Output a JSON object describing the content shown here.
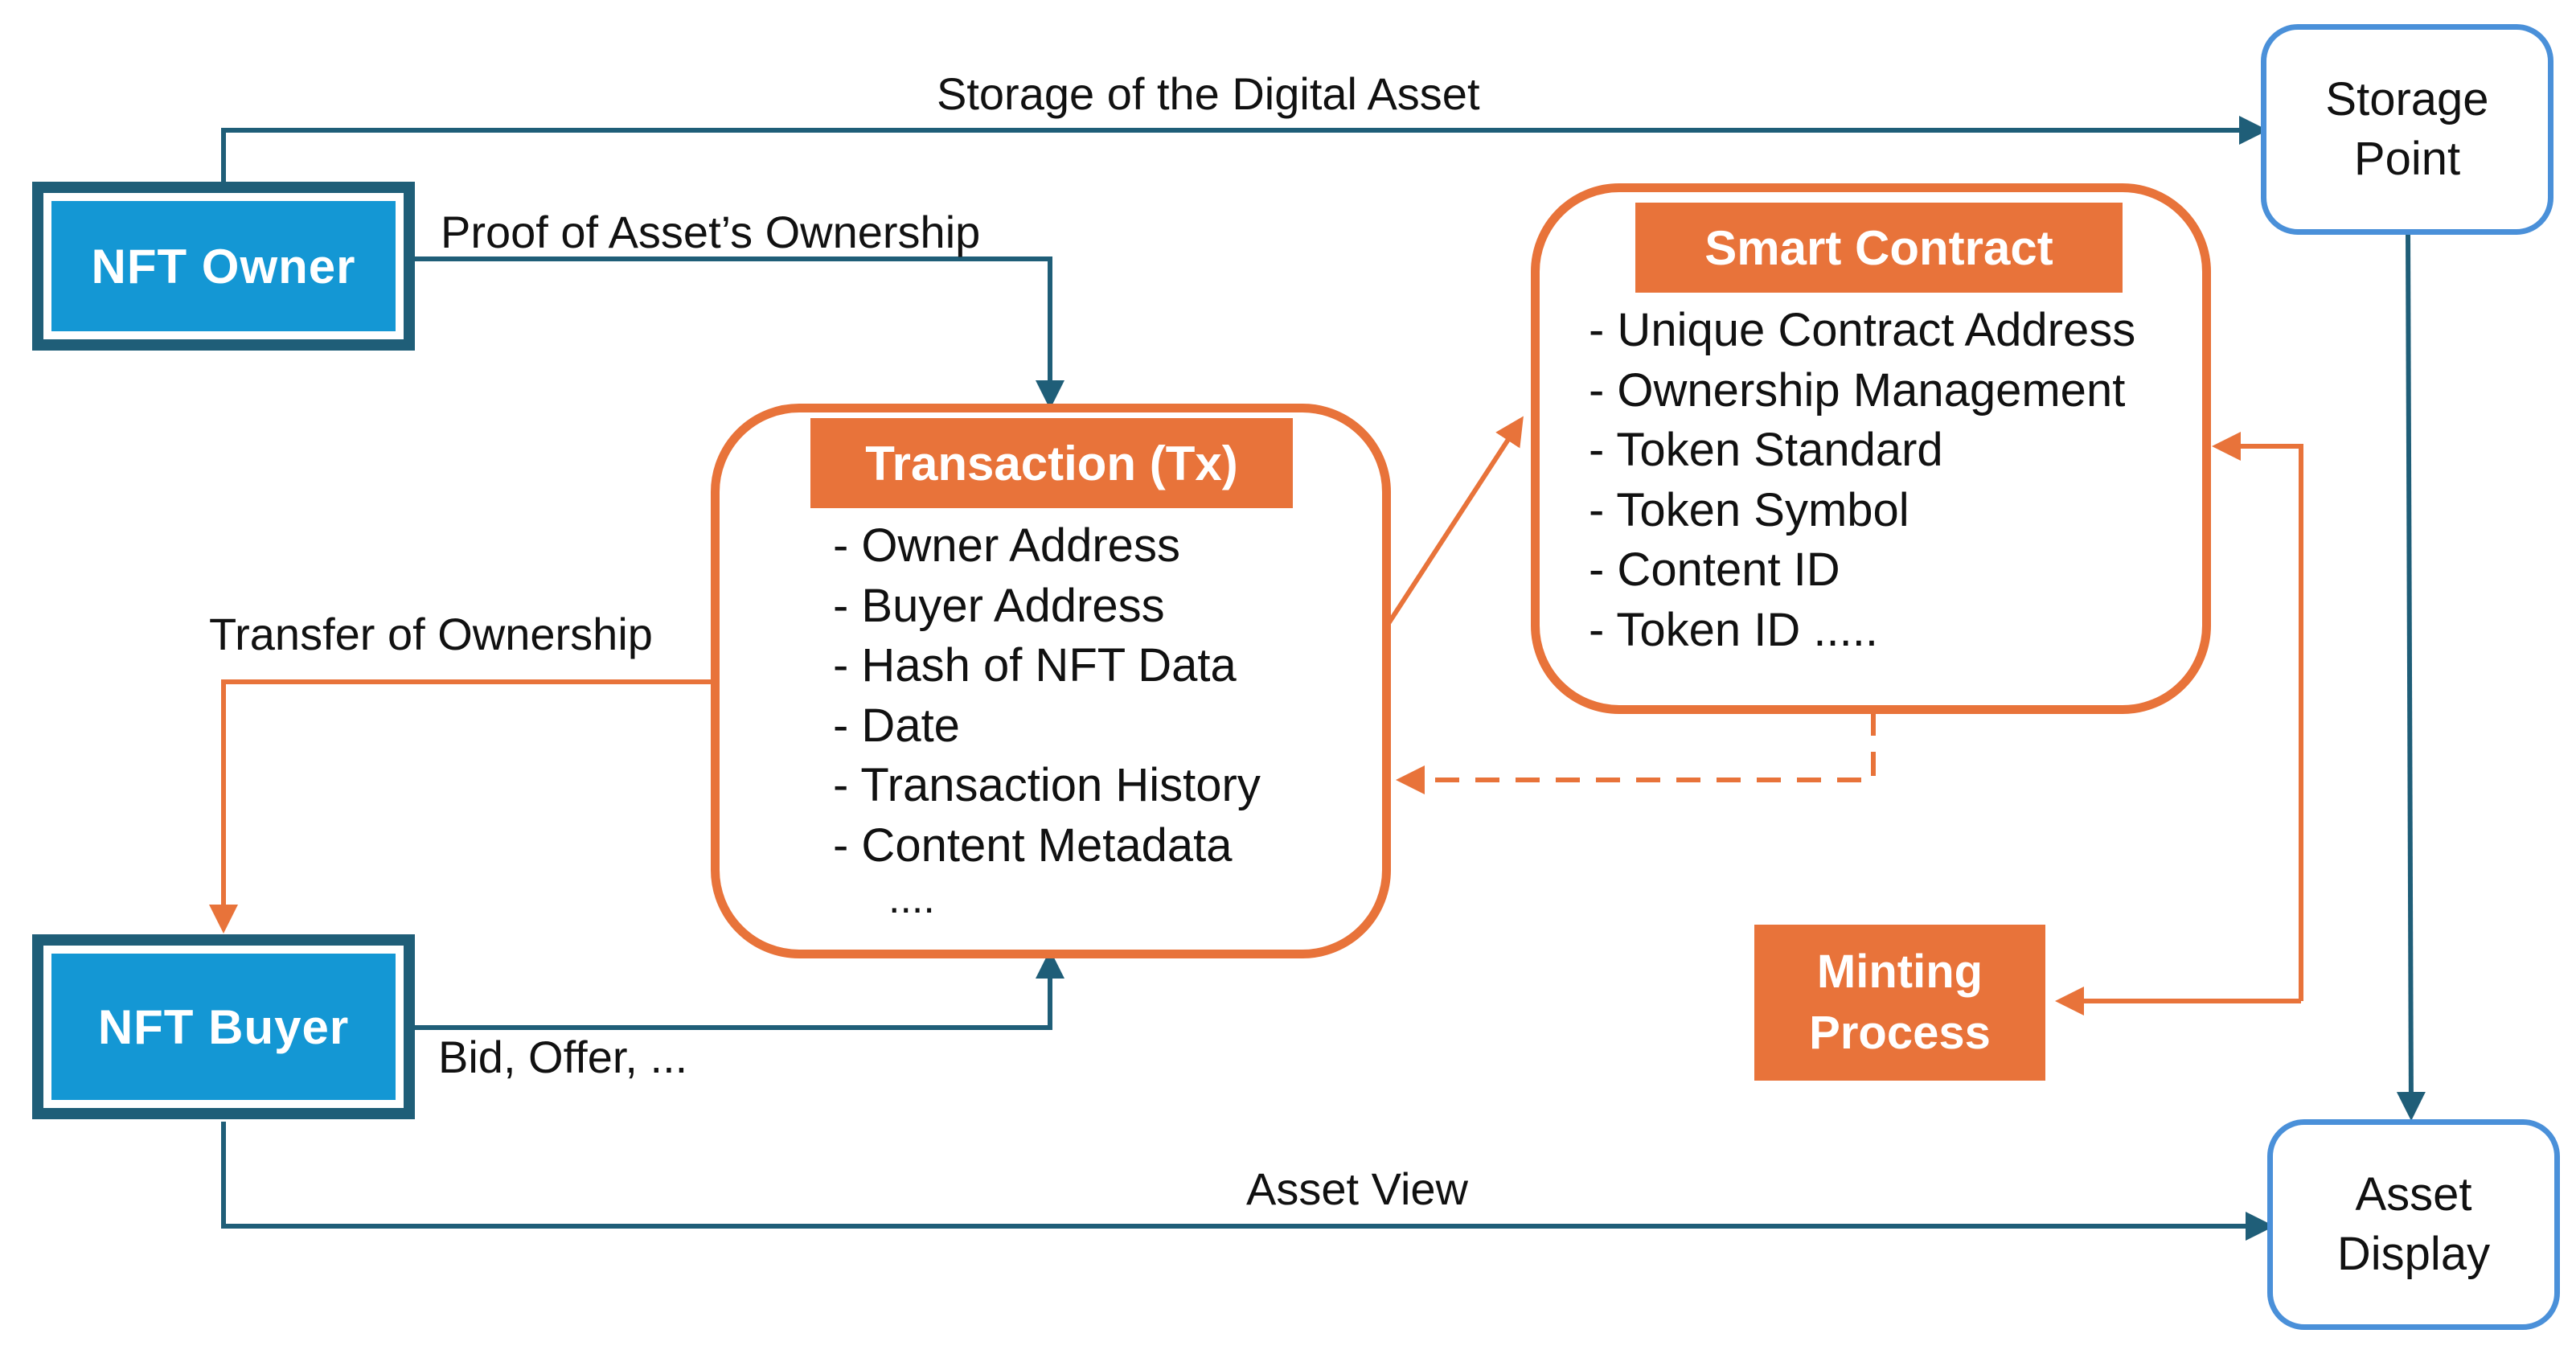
{
  "actors": {
    "owner": "NFT Owner",
    "buyer": "NFT Buyer"
  },
  "nodes": {
    "storage": "Storage\nPoint",
    "display": "Asset\nDisplay"
  },
  "transaction": {
    "title": "Transaction (Tx)",
    "items": [
      "- Owner  Address",
      "- Buyer Address",
      "- Hash of NFT  Data",
      "- Date",
      "- Transaction  History",
      "- Content Metadata"
    ],
    "ellipsis": "...."
  },
  "smart_contract": {
    "title": "Smart Contract",
    "items": [
      "- Unique  Contract  Address",
      "- Ownership  Management",
      "- Token  Standard",
      "- Token  Symbol",
      "- Content  ID",
      "- Token  ID  ....."
    ]
  },
  "minting": "Minting\nProcess",
  "edges": {
    "storage": "Storage  of the Digital Asset",
    "proof": "Proof of Asset’s Ownership",
    "transfer": "Transfer  of Ownership",
    "bid": "Bid, Offer,  ...",
    "view": "Asset View"
  },
  "colors": {
    "blue_line": "#1F5E78",
    "orange": "#E8733A",
    "node_border": "#4A90D9",
    "actor_fill": "#1497D4"
  }
}
